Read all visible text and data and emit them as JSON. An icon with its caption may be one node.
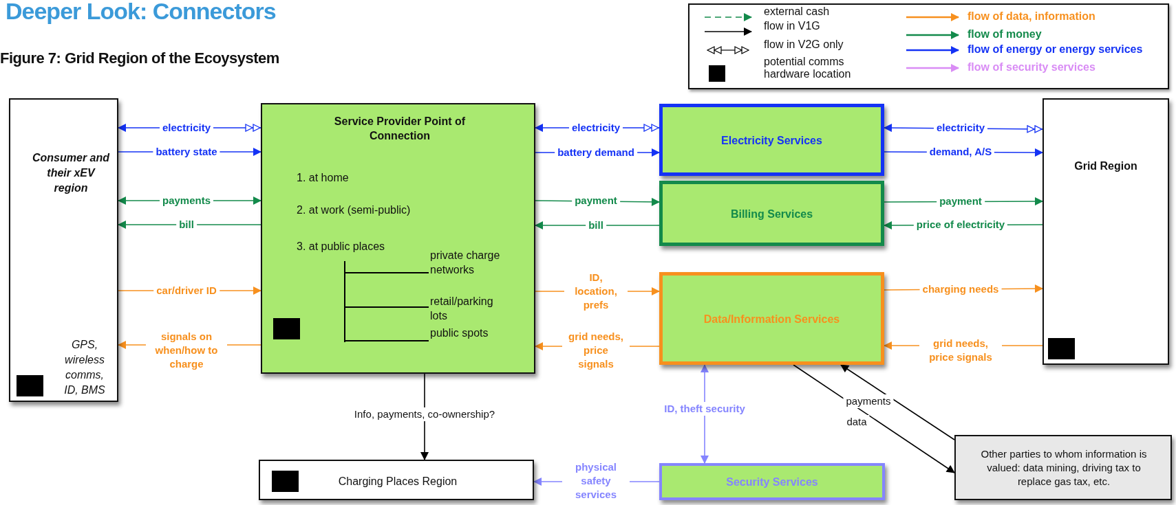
{
  "diagram": {
    "title": "Deeper Look: Connectors",
    "nodes": [
      {
        "text": [
          "Consumer and their xEV region",
          "GPS, wireless comms, ID, BMS"
        ]
      },
      {
        "text": [
          "Service Provider Point of Connection",
          "1. at home",
          "2. at work (semi-public)",
          "3. at public places",
          "private charge networks",
          "retail/parking lots",
          "public spots"
        ]
      },
      {
        "text": [
          "Electricity Services"
        ]
      },
      {
        "text": [
          "Billing Services"
        ]
      },
      {
        "text": [
          "Data/Information Services"
        ]
      },
      {
        "text": [
          "Grid Region"
        ]
      },
      {
        "text": [
          "Charging Places Region"
        ]
      },
      {
        "text": [
          "Security Services"
        ]
      },
      {
        "text": [
          "Other parties to whom information is valued: data mining, driving tax to replace gas tax, etc."
        ]
      }
    ],
    "edges": [
      {
        "from": 0,
        "to": 1,
        "arrow": "both",
        "label": "electricity",
        "color": "#1432f5"
      },
      {
        "from": 0,
        "to": 1,
        "arrow": "to",
        "label": "battery state",
        "color": "#1432f5"
      },
      {
        "from": 0,
        "to": 1,
        "arrow": "both",
        "label": "payments",
        "color": "#138a4b"
      },
      {
        "from": 1,
        "to": 0,
        "arrow": "to",
        "label": "bill",
        "color": "#138a4b"
      },
      {
        "from": 0,
        "to": 1,
        "arrow": "to",
        "label": "car/driver ID",
        "color": "#f7901e"
      },
      {
        "from": 1,
        "to": 0,
        "arrow": "to",
        "label": "signals on when/how to charge",
        "color": "#f7901e"
      },
      {
        "from": 1,
        "to": 2,
        "arrow": "both",
        "label": "electricity",
        "color": "#1432f5"
      },
      {
        "from": 1,
        "to": 2,
        "arrow": "to",
        "label": "battery demand",
        "color": "#1432f5"
      },
      {
        "from": 1,
        "to": 3,
        "arrow": "to",
        "label": "payment",
        "color": "#138a4b"
      },
      {
        "from": 3,
        "to": 1,
        "arrow": "to",
        "label": "bill",
        "color": "#138a4b"
      },
      {
        "from": 1,
        "to": 4,
        "arrow": "to",
        "label": "ID, location, prefs",
        "color": "#f7901e"
      },
      {
        "from": 4,
        "to": 1,
        "arrow": "to",
        "label": "grid needs, price signals",
        "color": "#f7901e"
      },
      {
        "from": 2,
        "to": 5,
        "arrow": "both",
        "label": "electricity",
        "color": "#1432f5"
      },
      {
        "from": 2,
        "to": 5,
        "arrow": "to",
        "label": "demand, A/S",
        "color": "#1432f5"
      },
      {
        "from": 3,
        "to": 5,
        "arrow": "to",
        "label": "payment",
        "color": "#138a4b"
      },
      {
        "from": 5,
        "to": 3,
        "arrow": "to",
        "label": "price of electricity",
        "color": "#138a4b"
      },
      {
        "from": 4,
        "to": 5,
        "arrow": "to",
        "label": "charging needs",
        "color": "#f7901e"
      },
      {
        "from": 5,
        "to": 4,
        "arrow": "to",
        "label": "grid needs, price signals",
        "color": "#f7901e"
      },
      {
        "from": 1,
        "to": 6,
        "arrow": "to",
        "label": "Info, payments, co-ownership?",
        "color": "#000000"
      },
      {
        "from": 7,
        "to": 4,
        "arrow": "both",
        "label": "ID, theft security",
        "color": "#8585ff"
      },
      {
        "from": 7,
        "to": 6,
        "arrow": "to",
        "label": "physical safety services",
        "color": "#8585ff"
      },
      {
        "from": 8,
        "to": 4,
        "arrow": "to",
        "label": "payments",
        "color": "#000000"
      },
      {
        "from": 4,
        "to": 8,
        "arrow": "to",
        "label": "data",
        "color": "#000000"
      }
    ],
    "labels": [
      "Figure 7: Grid Region of the Ecoysystem"
    ],
    "legend": [
      {
        "text": "external cash"
      },
      {
        "text": "flow in V1G"
      },
      {
        "text": "flow in V2G only"
      },
      {
        "text": "potential comms hardware location",
        "color": "#000000"
      },
      {
        "text": "flow of data, information",
        "color": "#f7901e"
      },
      {
        "text": "flow of money",
        "color": "#138a4b"
      },
      {
        "text": "flow of energy or energy services",
        "color": "#1432f5"
      },
      {
        "text": "flow of security services",
        "color": "#d98cf5"
      }
    ]
  }
}
